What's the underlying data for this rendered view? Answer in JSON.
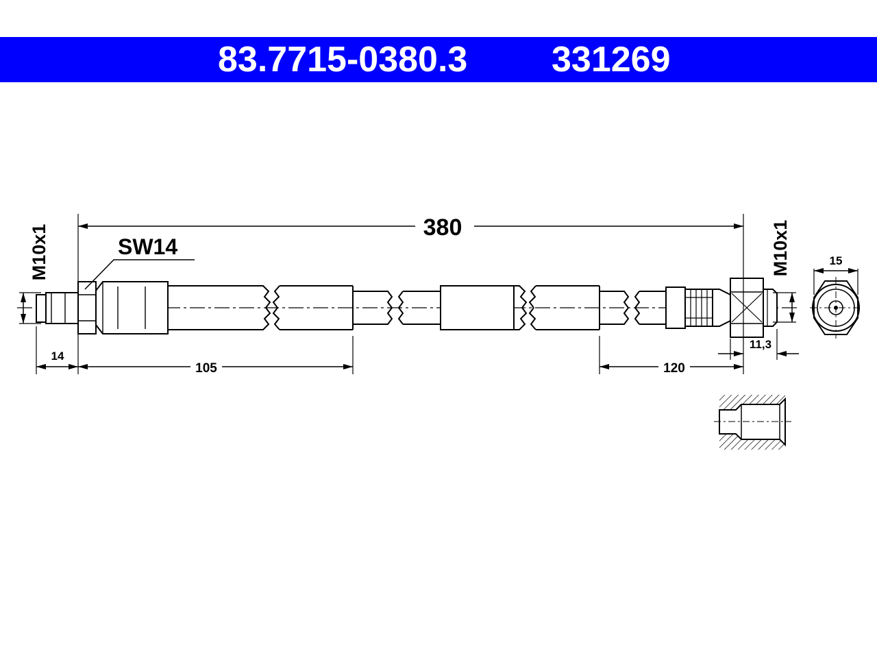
{
  "header": {
    "part_number": "83.7715-0380.3",
    "ref_number": "331269"
  },
  "drawing": {
    "total_length": "380",
    "wrench_size": "SW14",
    "thread_left": "M10x1",
    "thread_right": "M10x1",
    "dim_left_fitting": "14",
    "dim_left_segment": "105",
    "dim_right_segment": "120",
    "dim_right_fitting": "11,3",
    "dim_end_view": "15"
  },
  "colors": {
    "header_bg": "#0000ff",
    "header_text": "#ffffff",
    "line": "#000000"
  }
}
